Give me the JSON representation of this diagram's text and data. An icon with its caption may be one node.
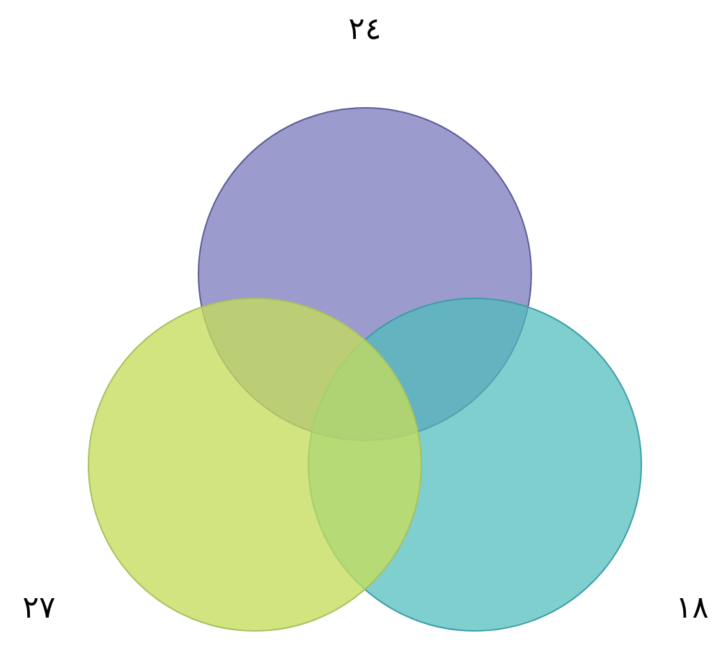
{
  "diagram": {
    "nodes": [
      {
        "text": [],
        "shape": "circle",
        "beside": [
          "٢٤"
        ]
      },
      {
        "text": [],
        "shape": "circle",
        "beside": [
          "٢٧"
        ]
      },
      {
        "text": [],
        "shape": "circle",
        "beside": [
          "١٨"
        ]
      }
    ]
  }
}
